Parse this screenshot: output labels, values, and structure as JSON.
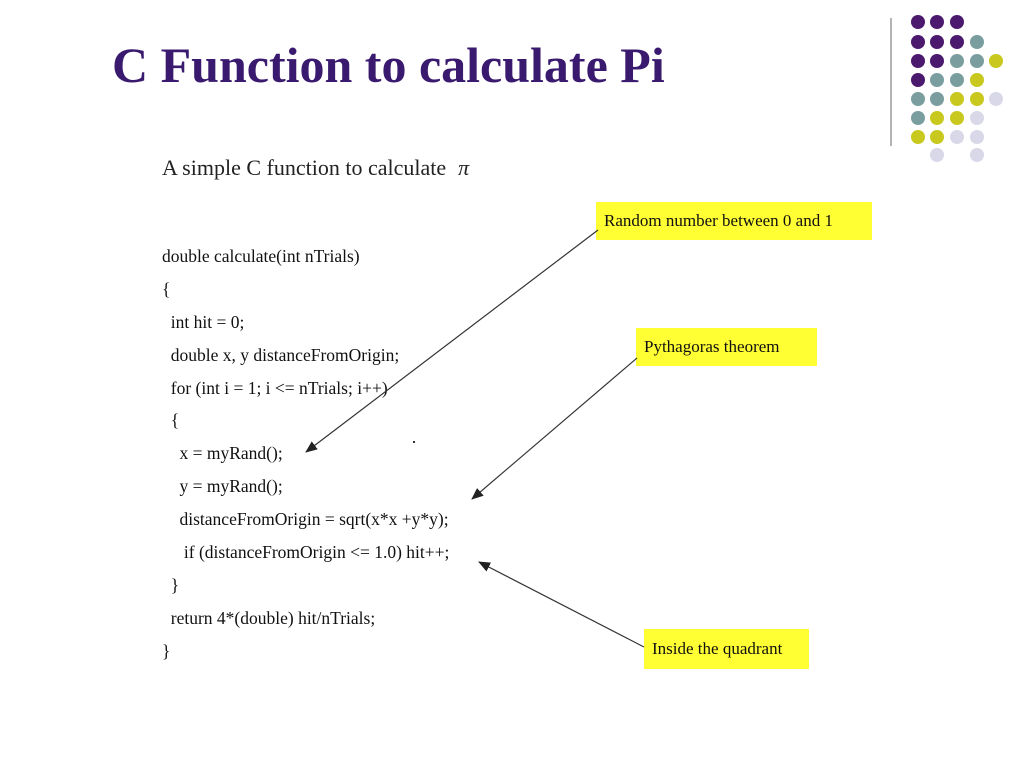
{
  "title": "C Function to calculate Pi",
  "intro": {
    "text": "A simple C function to calculate",
    "symbol": "π"
  },
  "code_lines": [
    "double calculate(int nTrials)",
    "{",
    "  int hit = 0;",
    "  double x, y distanceFromOrigin;",
    "  for (int i = 1; i <= nTrials; i++)",
    "  {",
    "    x = myRand();",
    "    y = myRand();",
    "    distanceFromOrigin = sqrt(x*x +y*y);",
    "     if (distanceFromOrigin <= 1.0) hit++;",
    "  }",
    "  return 4*(double) hit/nTrials;",
    "}"
  ],
  "callouts": {
    "random": "Random number between 0 and 1",
    "pythagoras": "Pythagoras theorem",
    "quadrant": "Inside the quadrant"
  },
  "colors": {
    "title": "#3a1a6e",
    "callout_bg": "#ffff33",
    "dot_purple": "#4b1a6e",
    "dot_teal": "#7a9e9f",
    "dot_yellow": "#c8c81e",
    "dot_lavender": "#d8d8e8"
  }
}
